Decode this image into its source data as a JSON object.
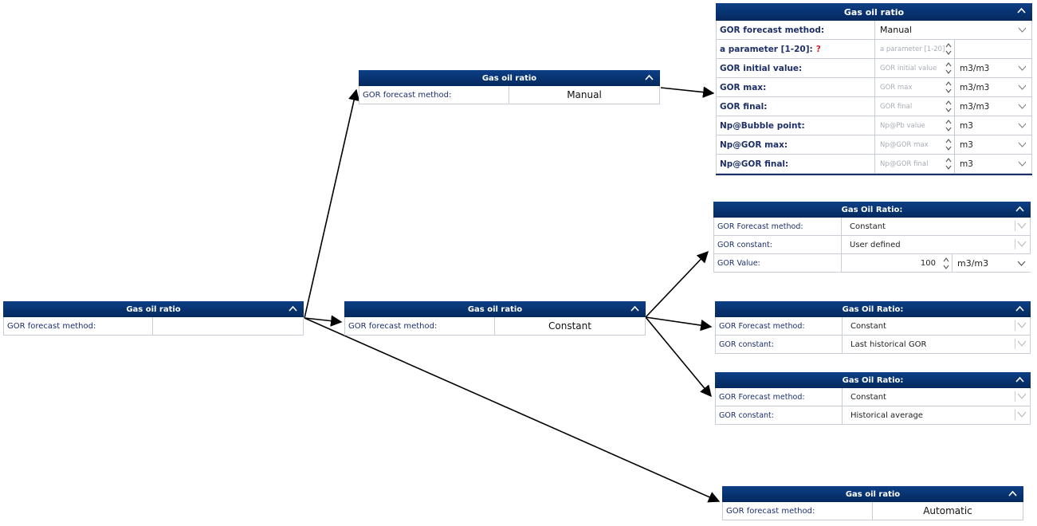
{
  "root": {
    "title": "Gas oil ratio",
    "label": "GOR forecast method:",
    "value": ""
  },
  "manual_box": {
    "title": "Gas oil ratio",
    "label": "GOR forecast method:",
    "value": "Manual"
  },
  "constant_box": {
    "title": "Gas oil ratio",
    "label": "GOR forecast method:",
    "value": "Constant"
  },
  "automatic_box": {
    "title": "Gas oil ratio",
    "label": "GOR forecast method:",
    "value": "Automatic"
  },
  "manual_detail": {
    "title": "Gas oil ratio",
    "method_label": "GOR forecast method:",
    "method_value": "Manual",
    "a_param_label": "a parameter [1-20]:",
    "a_param_help": "?",
    "a_param_placeholder": "a parameter [1-20]",
    "rows": [
      {
        "label": "GOR initial value:",
        "placeholder": "GOR initial value",
        "unit": "m3/m3"
      },
      {
        "label": "GOR max:",
        "placeholder": "GOR max",
        "unit": "m3/m3"
      },
      {
        "label": "GOR final:",
        "placeholder": "GOR final",
        "unit": "m3/m3"
      },
      {
        "label": "Np@Bubble point:",
        "placeholder": "Np@Pb value",
        "unit": "m3"
      },
      {
        "label": "Np@GOR max:",
        "placeholder": "Np@GOR max",
        "unit": "m3"
      },
      {
        "label": "Np@GOR final:",
        "placeholder": "Np@GOR final",
        "unit": "m3"
      }
    ]
  },
  "constant_user": {
    "title": "Gas Oil Ratio:",
    "method_label": "GOR Forecast method:",
    "method_value": "Constant",
    "constant_label": "GOR constant:",
    "constant_value": "User defined",
    "value_label": "GOR Value:",
    "value_value": "100",
    "value_unit": "m3/m3"
  },
  "constant_last": {
    "title": "Gas Oil Ratio:",
    "method_label": "GOR Forecast method:",
    "method_value": "Constant",
    "constant_label": "GOR constant:",
    "constant_value": "Last historical GOR"
  },
  "constant_avg": {
    "title": "Gas Oil Ratio:",
    "method_label": "GOR Forecast method:",
    "method_value": "Constant",
    "constant_label": "GOR constant:",
    "constant_value": "Historical average"
  },
  "colors": {
    "header_top": "#0d3f86",
    "header_bottom": "#04295e",
    "label_text": "#1c2f6e",
    "help_mark": "#d32020"
  },
  "icons": {
    "collapse": "chevron-up-icon",
    "dropdown": "chevron-down-icon",
    "spinner": "spinner-arrows-icon"
  }
}
